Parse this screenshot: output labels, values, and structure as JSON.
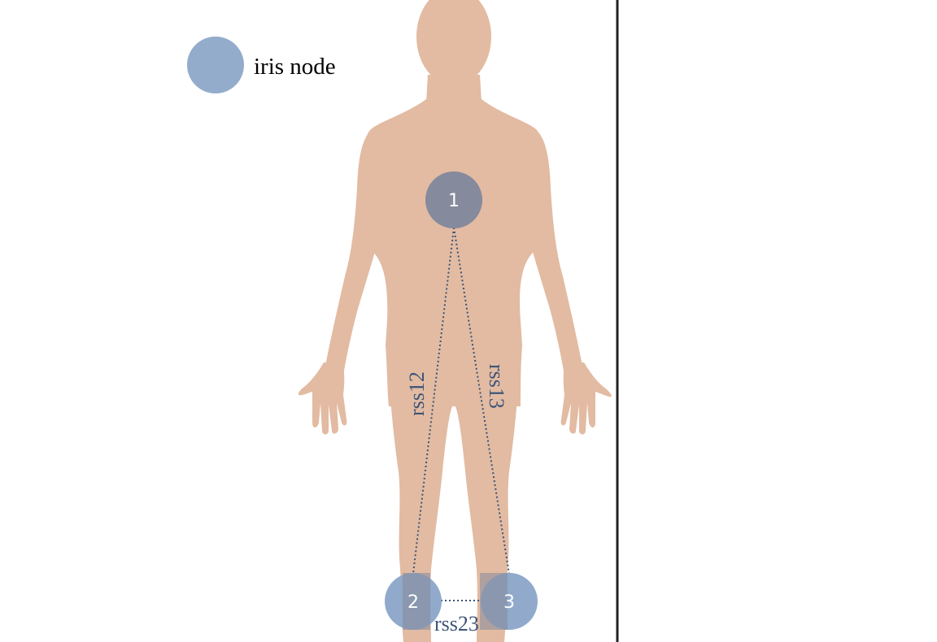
{
  "legend": {
    "label": "iris node"
  },
  "nodes": [
    {
      "id": "1",
      "label": "1"
    },
    {
      "id": "2",
      "label": "2"
    },
    {
      "id": "3",
      "label": "3"
    }
  ],
  "links": [
    {
      "from": "1",
      "to": "2",
      "label": "rss12"
    },
    {
      "from": "1",
      "to": "3",
      "label": "rss13"
    },
    {
      "from": "2",
      "to": "3",
      "label": "rss23"
    }
  ],
  "colors": {
    "body": "#e2bba2",
    "node_fill": "#8ba5c8",
    "node_center": "#858a9d",
    "link": "#3d5478",
    "label_text": "#3d5478",
    "divider": "#222222"
  }
}
